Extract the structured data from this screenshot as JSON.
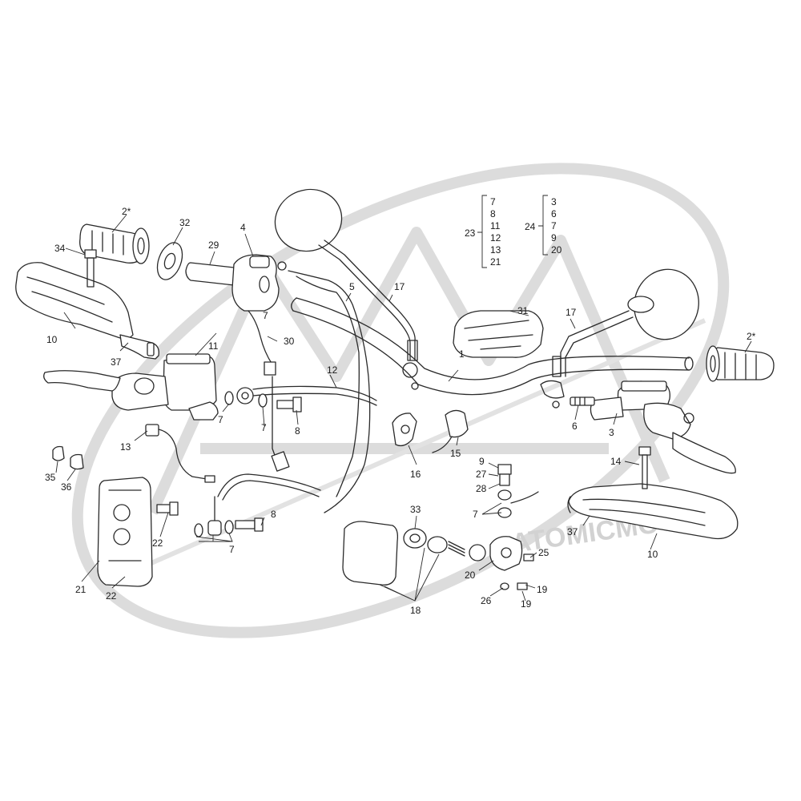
{
  "watermark": {
    "text": "ATOMICMOTO"
  },
  "callouts": {
    "c1": "1",
    "c2a": "2*",
    "c2b": "2*",
    "c3": "3",
    "c4": "4",
    "c5": "5",
    "c6": "6",
    "c7a": "7",
    "c7b": "7",
    "c7c": "7",
    "c7d": "7",
    "c7e": "7",
    "c8a": "8",
    "c8b": "8",
    "c9": "9",
    "c10a": "10",
    "c10b": "10",
    "c11": "11",
    "c12": "12",
    "c13": "13",
    "c14": "14",
    "c15": "15",
    "c16": "16",
    "c17a": "17",
    "c17b": "17",
    "c18": "18",
    "c19a": "19",
    "c19b": "19",
    "c20": "20",
    "c21": "21",
    "c22a": "22",
    "c22b": "22",
    "c23": "23",
    "c24": "24",
    "c25": "25",
    "c26": "26",
    "c27": "27",
    "c28": "28",
    "c29": "29",
    "c30": "30",
    "c31": "31",
    "c32": "32",
    "c33": "33",
    "c34": "34",
    "c35": "35",
    "c36": "36",
    "c37a": "37",
    "c37b": "37"
  },
  "kit_23": {
    "label": "23",
    "items": [
      "7",
      "8",
      "11",
      "12",
      "13",
      "21"
    ]
  },
  "kit_24": {
    "label": "24",
    "items": [
      "3",
      "6",
      "7",
      "9",
      "20"
    ]
  }
}
